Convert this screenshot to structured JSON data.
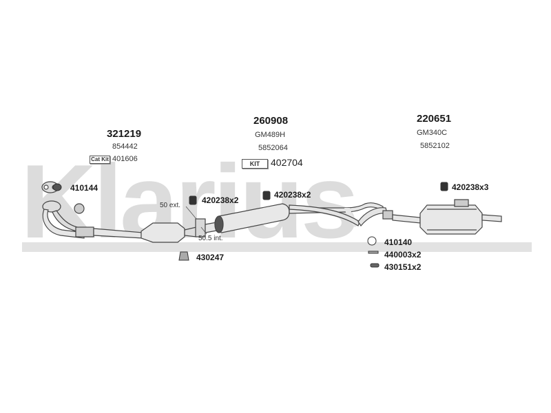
{
  "watermark": {
    "text": "Klarius",
    "color": "#d9d9d9"
  },
  "groups": [
    {
      "part_number": "321219",
      "oe_ref": "854442",
      "kit_label": "Cat Kit",
      "kit_number": "401606"
    },
    {
      "part_number": "260908",
      "oe_ref": "GM489H",
      "oe_ref_2": "5852064",
      "kit_label": "KIT",
      "kit_number": "402704"
    },
    {
      "part_number": "220651",
      "oe_ref": "GM340C",
      "oe_ref_2": "5852102"
    }
  ],
  "fittings": {
    "gasket_front": "410144",
    "clamp_1": "420238x2",
    "clamp_2": "420238x2",
    "clamp_3": "420238x3",
    "mount_front": "430247",
    "ring": "410140",
    "bolt": "440003x2",
    "rubber": "430151x2"
  },
  "notes": {
    "ext": "50 ext.",
    "int": "50.5 int."
  },
  "colors": {
    "line": "#444444",
    "part_fill": "#e8e8e8",
    "dark": "#333333"
  }
}
